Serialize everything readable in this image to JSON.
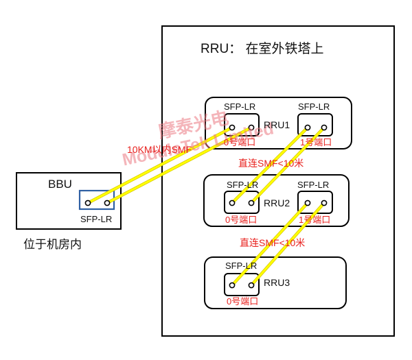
{
  "rru_site": {
    "title": "RRU： 在室外铁塔上"
  },
  "bbu": {
    "label": "BBU",
    "module": "SFP-LR",
    "location": "位于机房内"
  },
  "links": {
    "bbu_to_rru1": "10KM以内SMF",
    "rru1_to_rru2": "直连SMF<10米",
    "rru2_to_rru3": "直连SMF<10米"
  },
  "rru1": {
    "name": "RRU1",
    "module_a": "SFP-LR",
    "module_b": "SFP-LR",
    "port_a": "0号端口",
    "port_b": "1号端口"
  },
  "rru2": {
    "name": "RRU2",
    "module_a": "SFP-LR",
    "module_b": "SFP-LR",
    "port_a": "0号端口",
    "port_b": "1号端口"
  },
  "rru3": {
    "name": "RRU3",
    "module_a": "SFP-LR",
    "port_a": "0号端口"
  },
  "watermark": {
    "line1": "摩泰光电",
    "line2": "ModuleTek Limited"
  },
  "colors": {
    "fiber": "#ffff00",
    "fiber_edge": "#d4c400",
    "port_label": "#e8211e",
    "sfp_bbu": "#2e5fa3",
    "outline": "#000000"
  }
}
